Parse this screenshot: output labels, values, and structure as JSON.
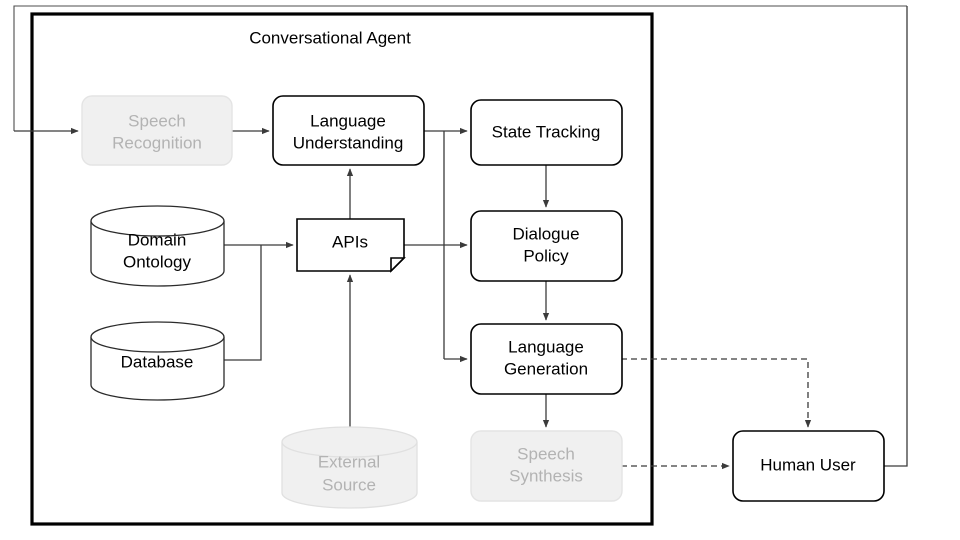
{
  "diagram": {
    "title": "Conversational Agent",
    "nodes": [
      {
        "id": "speech-recognition",
        "label_line1": "Speech",
        "label_line2": "Recognition",
        "shape": "rounded-rect",
        "style": "muted"
      },
      {
        "id": "language-understanding",
        "label_line1": "Language",
        "label_line2": "Understanding",
        "shape": "rounded-rect",
        "style": "solid"
      },
      {
        "id": "state-tracking",
        "label_line1": "State Tracking",
        "label_line2": "",
        "shape": "rounded-rect",
        "style": "solid"
      },
      {
        "id": "dialogue-policy",
        "label_line1": "Dialogue",
        "label_line2": "Policy",
        "shape": "rounded-rect",
        "style": "solid"
      },
      {
        "id": "language-generation",
        "label_line1": "Language",
        "label_line2": "Generation",
        "shape": "rounded-rect",
        "style": "solid"
      },
      {
        "id": "speech-synthesis",
        "label_line1": "Speech",
        "label_line2": "Synthesis",
        "shape": "rounded-rect",
        "style": "muted"
      },
      {
        "id": "apis",
        "label_line1": "APIs",
        "label_line2": "",
        "shape": "document",
        "style": "solid"
      },
      {
        "id": "domain-ontology",
        "label_line1": "Domain",
        "label_line2": "Ontology",
        "shape": "cylinder",
        "style": "solid"
      },
      {
        "id": "database",
        "label_line1": "Database",
        "label_line2": "",
        "shape": "cylinder",
        "style": "solid"
      },
      {
        "id": "external-source",
        "label_line1": "External",
        "label_line2": "Source",
        "shape": "cylinder",
        "style": "muted"
      },
      {
        "id": "human-user",
        "label_line1": "Human User",
        "label_line2": "",
        "shape": "rounded-rect",
        "style": "solid"
      }
    ],
    "edges": [
      {
        "from": "human-user",
        "to": "speech-recognition",
        "style": "solid"
      },
      {
        "from": "speech-recognition",
        "to": "language-understanding",
        "style": "solid"
      },
      {
        "from": "language-understanding",
        "to": "state-tracking",
        "style": "solid"
      },
      {
        "from": "language-understanding",
        "to": "dialogue-policy",
        "style": "solid"
      },
      {
        "from": "language-understanding",
        "to": "language-generation",
        "style": "solid"
      },
      {
        "from": "state-tracking",
        "to": "dialogue-policy",
        "style": "solid"
      },
      {
        "from": "dialogue-policy",
        "to": "language-generation",
        "style": "solid"
      },
      {
        "from": "language-generation",
        "to": "speech-synthesis",
        "style": "solid"
      },
      {
        "from": "speech-synthesis",
        "to": "human-user",
        "style": "dashed"
      },
      {
        "from": "language-generation",
        "to": "human-user",
        "style": "dashed"
      },
      {
        "from": "apis",
        "to": "language-understanding",
        "style": "solid"
      },
      {
        "from": "apis",
        "to": "dialogue-policy",
        "style": "solid"
      },
      {
        "from": "domain-ontology",
        "to": "apis",
        "style": "solid"
      },
      {
        "from": "database",
        "to": "apis",
        "style": "solid"
      },
      {
        "from": "external-source",
        "to": "apis",
        "style": "solid"
      }
    ],
    "colors": {
      "stroke": "#000000",
      "edge": "#3b3b3b",
      "muted_fill": "#f0f0f0",
      "muted_text": "#b3b3b3",
      "background": "#ffffff"
    }
  }
}
